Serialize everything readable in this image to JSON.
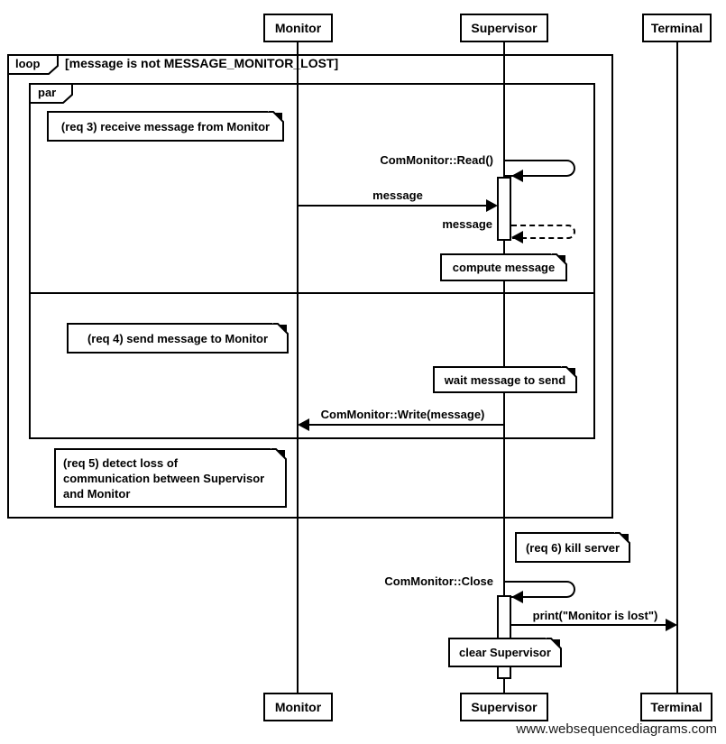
{
  "diagram": {
    "actors": {
      "monitor": "Monitor",
      "supervisor": "Supervisor",
      "terminal": "Terminal"
    },
    "frames": {
      "loop": {
        "label": "loop",
        "guard": "[message is not MESSAGE_MONITOR_LOST]"
      },
      "par": {
        "label": "par"
      }
    },
    "notes": {
      "req3": "(req 3) receive message from Monitor",
      "compute": "compute message",
      "req4": "(req 4) send message to Monitor",
      "wait": "wait message to send",
      "req5_lines": [
        "(req 5) detect loss of",
        "communication between Supervisor",
        "and Monitor"
      ],
      "req6": "(req 6) kill server",
      "clear": "clear Supervisor"
    },
    "messages": {
      "read_call": "ComMonitor::Read()",
      "message_in": "message",
      "message_return": "message",
      "write_call": "ComMonitor::Write(message)",
      "close_call": "ComMonitor::Close",
      "print_call": "print(\"Monitor is lost\")"
    },
    "watermark": "www.websequencediagrams.com",
    "colors": {
      "stroke": "#000000",
      "background": "#ffffff"
    }
  }
}
